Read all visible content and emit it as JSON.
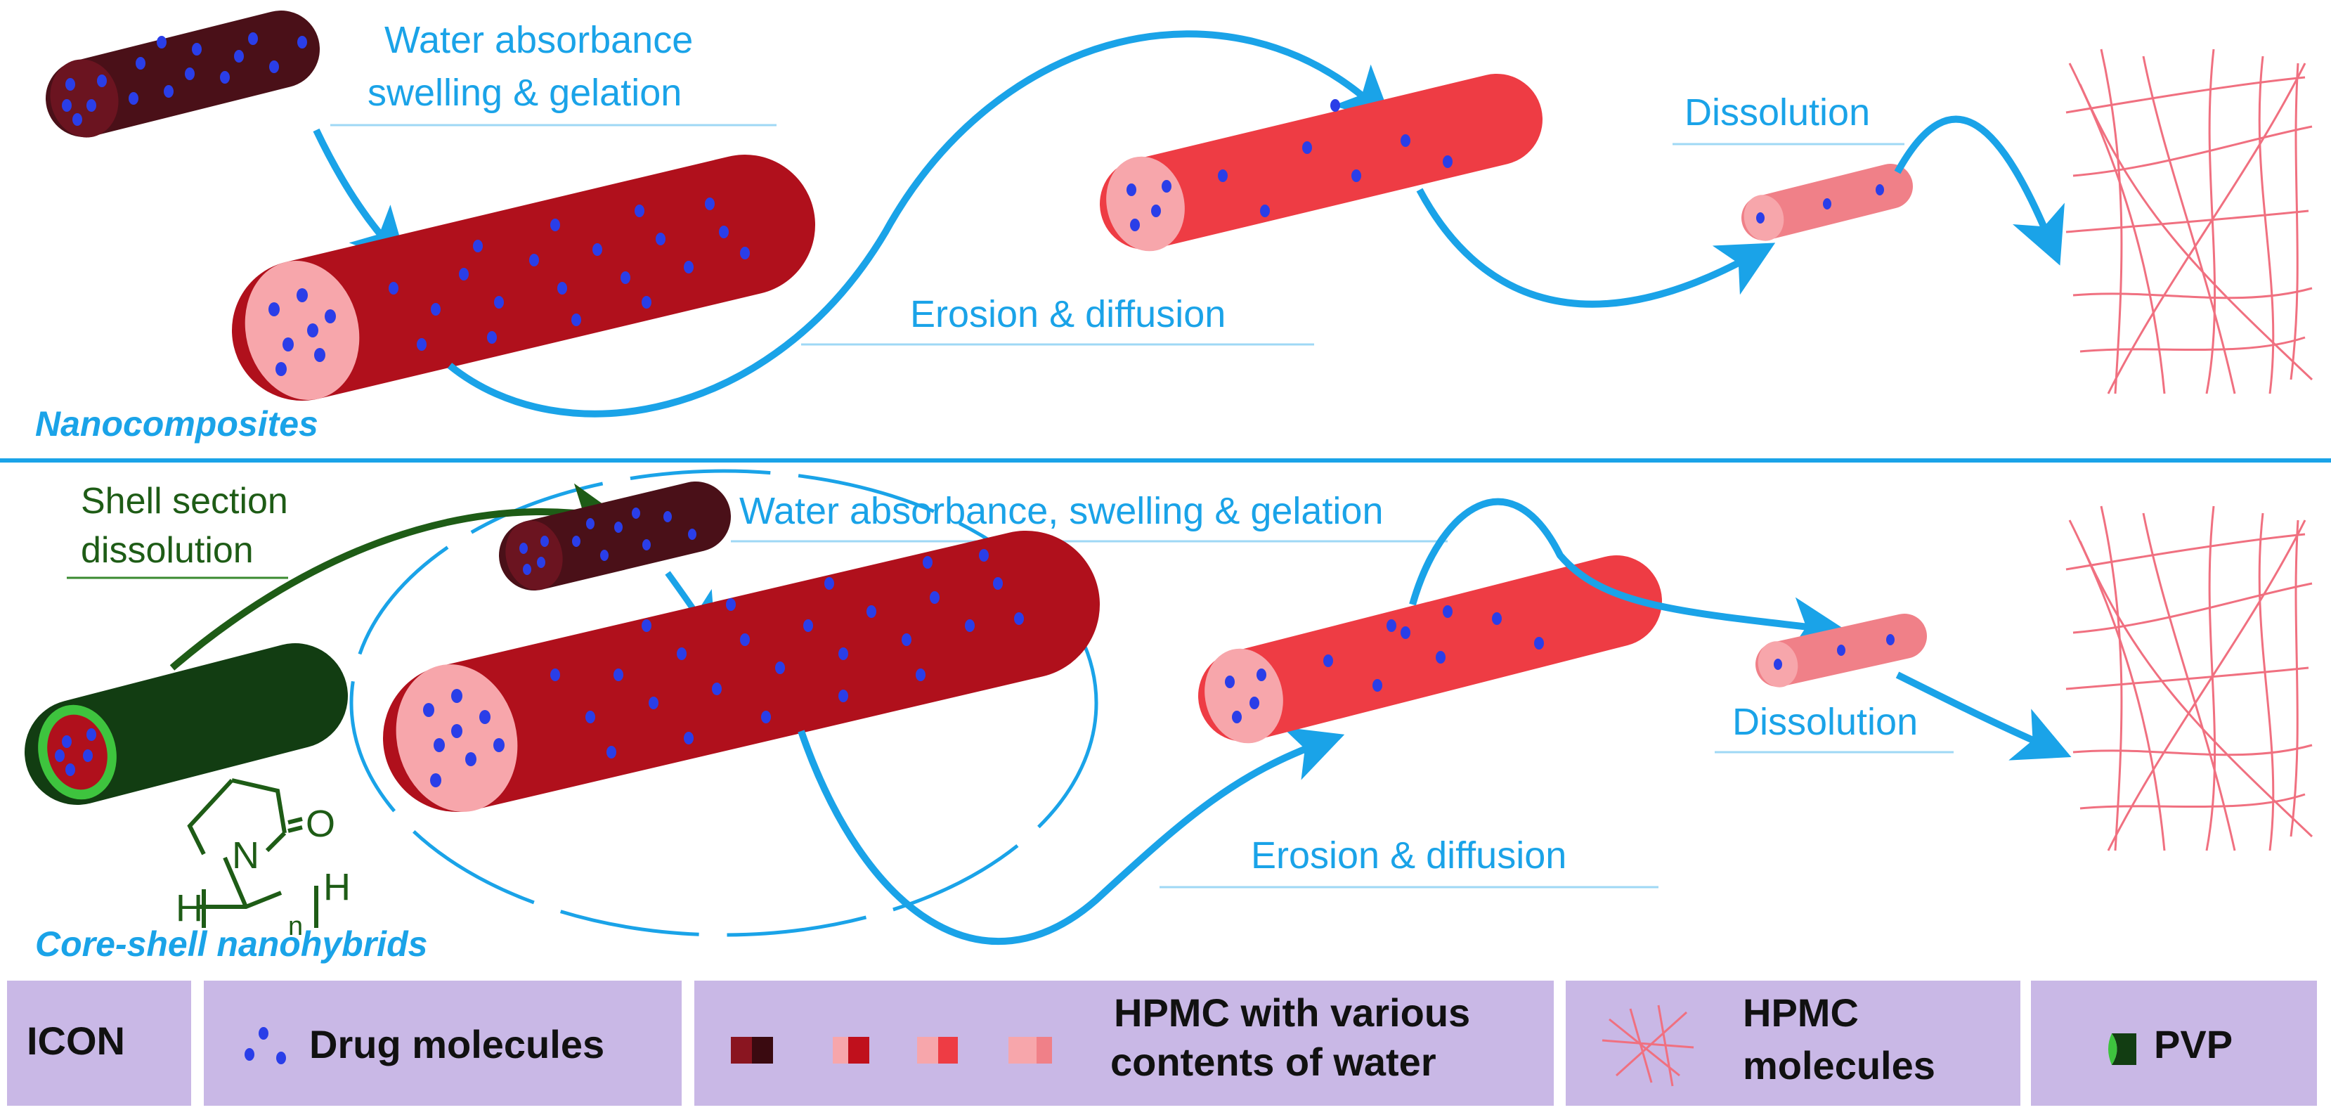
{
  "nanocomposites": {
    "section_label": "Nanocomposites",
    "label_swelling_line1": "Water absorbance",
    "label_swelling_line2": "swelling & gelation",
    "label_erosion": "Erosion & diffusion",
    "label_dissolution": "Dissolution"
  },
  "core_shell": {
    "section_label": "Core-shell nanohybrids",
    "label_shell_line1": "Shell section",
    "label_shell_line2": "dissolution",
    "label_swelling": "Water absorbance, swelling & gelation",
    "label_erosion": "Erosion & diffusion",
    "label_dissolution": "Dissolution",
    "pvp_structure": {
      "atom_n": "N",
      "atom_o": "O",
      "h_left": "H",
      "h_right": "H",
      "sub_n": "n"
    }
  },
  "legend": {
    "icon_label": "ICON",
    "drug_label": "Drug molecules",
    "hpmc_water_line1": "HPMC with various",
    "hpmc_water_line2": "contents of water",
    "hpmc_mol_line1": "HPMC",
    "hpmc_mol_line2": "molecules",
    "pvp_label": "PVP"
  },
  "colors": {
    "accent_blue": "#1aa3e8",
    "dry_fiber": "#4a1018",
    "swollen_fiber": "#b0101c",
    "gel_fiber": "#ee3c44",
    "end_cap": "#f7a6ab",
    "drug_dot": "#2a3ee8",
    "pvp_shell": "#123d12",
    "pvp_ring": "#3ec43e",
    "legend_bg": "#c9b8e6",
    "hpmc_line": "#f07080",
    "shell_arrow": "#1e5c16"
  }
}
